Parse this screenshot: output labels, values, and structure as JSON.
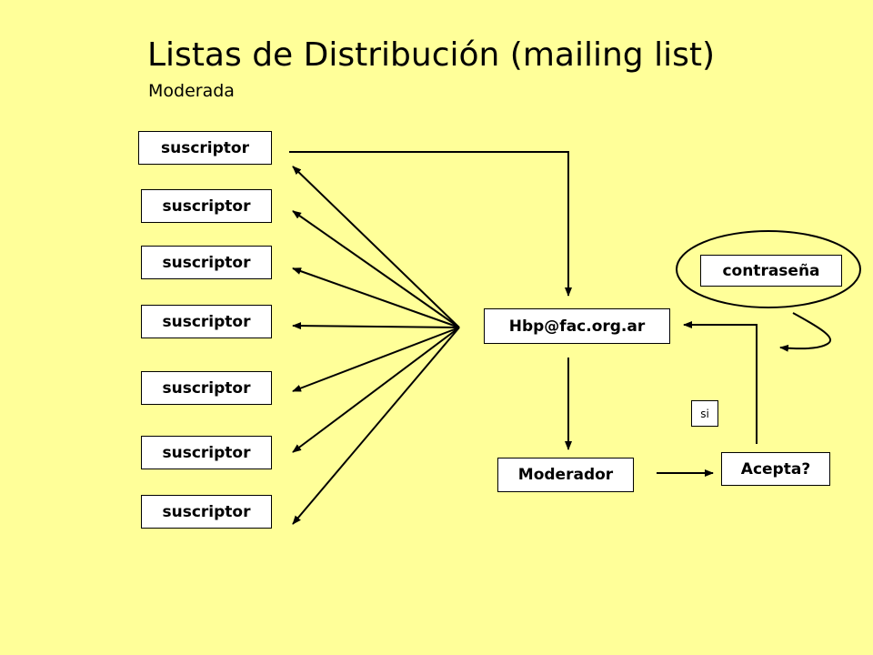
{
  "title": "Listas de Distribución (mailing list)",
  "subtitle": "Moderada",
  "subscribers": [
    "suscriptor",
    "suscriptor",
    "suscriptor",
    "suscriptor",
    "suscriptor",
    "suscriptor",
    "suscriptor"
  ],
  "list_address": "Hbp@fac.org.ar",
  "moderator": "Moderador",
  "accepts": "Acepta?",
  "yes_label": "si",
  "password": "contraseña",
  "colors": {
    "background": "#FFFF99",
    "box_fill": "#FFFFFF",
    "stroke": "#000000"
  }
}
